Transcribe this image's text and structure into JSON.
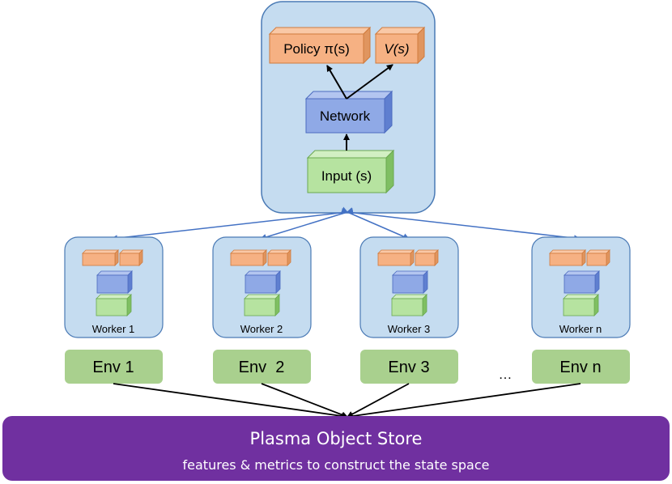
{
  "central": {
    "policy_label": "Policy π(s)",
    "value_label": "V(s)",
    "network_label": "Network",
    "input_label": "Input (s)"
  },
  "workers": [
    {
      "label": "Worker 1",
      "env": "Env 1"
    },
    {
      "label": "Worker 2",
      "env": "Env  2"
    },
    {
      "label": "Worker 3",
      "env": "Env 3"
    },
    {
      "label": "Worker n",
      "env": "Env n"
    }
  ],
  "ellipsis": "…",
  "store": {
    "title": "Plasma Object Store",
    "subtitle": "features & metrics to construct the state space"
  },
  "colors": {
    "panel_fill": "#c5dcf0",
    "panel_stroke": "#4a7ab5",
    "orange": "#f6b183",
    "orange_stroke": "#d07a3c",
    "blue": "#8fa9e6",
    "blue_stroke": "#4c6bc0",
    "green": "#b6e3a0",
    "green_stroke": "#6aa84f",
    "env_fill": "#a9d08e",
    "store_fill": "#7030a0",
    "arrow_blue": "#4472c4"
  }
}
